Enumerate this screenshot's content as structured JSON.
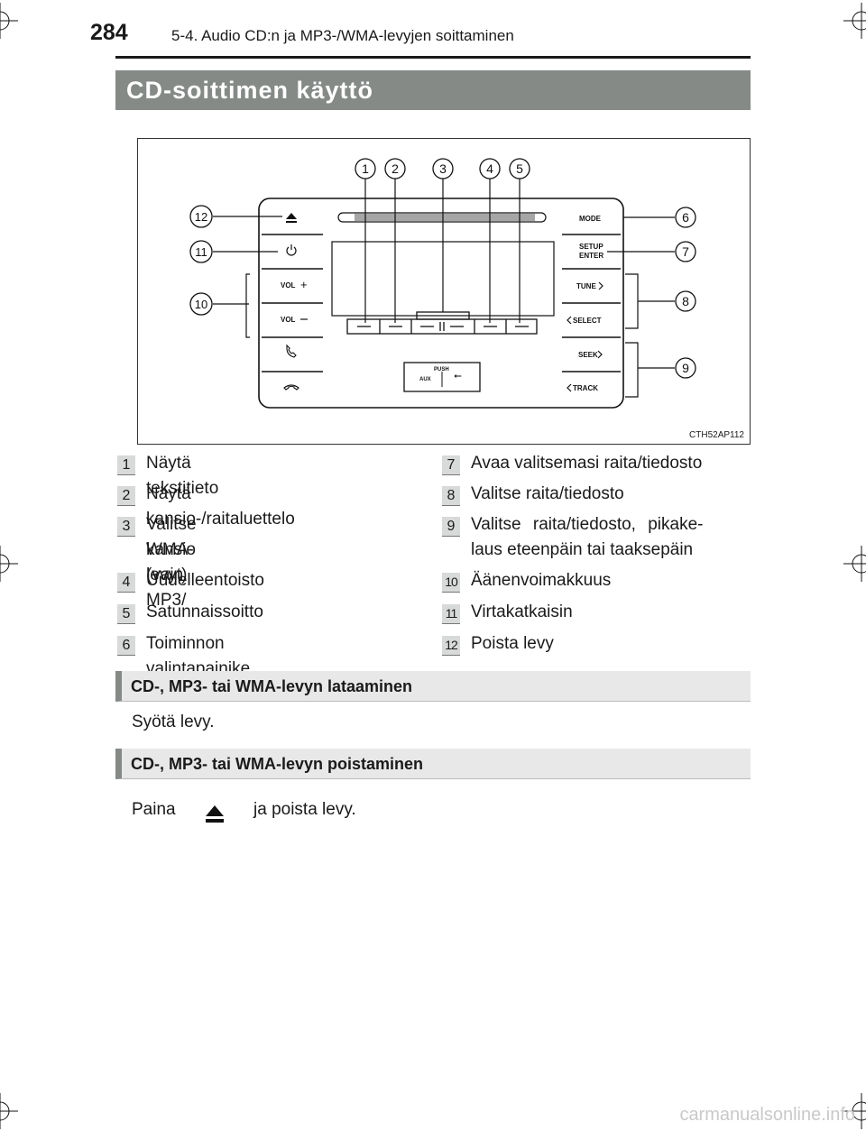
{
  "header": {
    "page_number": "284",
    "chapter": "5-4. Audio CD:n ja MP3-/WMA-levyjen soittaminen"
  },
  "section_title": "CD-soittimen käyttö",
  "figure": {
    "code": "CTH52AP112",
    "panel": {
      "mode": "MODE",
      "setup": "SETUP",
      "enter": "ENTER",
      "tune": "TUNE",
      "select": "SELECT",
      "seek": "SEEK",
      "track": "TRACK",
      "vol_plus": "VOL",
      "vol_minus": "VOL",
      "push": "PUSH",
      "aux": "AUX"
    },
    "callouts": [
      "1",
      "2",
      "3",
      "4",
      "5",
      "6",
      "7",
      "8",
      "9",
      "10",
      "11",
      "12"
    ]
  },
  "legend": [
    {
      "num": "1",
      "lines": [
        "Näytä tekstitieto"
      ]
    },
    {
      "num": "2",
      "lines": [
        "Näytä kansio-/raitaluettelo"
      ]
    },
    {
      "num": "3",
      "lines": [
        "Valitse kansio (vain MP3/",
        "WMA-levyt)"
      ]
    },
    {
      "num": "4",
      "lines": [
        "Uudelleentoisto"
      ]
    },
    {
      "num": "5",
      "lines": [
        "Satunnaissoitto"
      ]
    },
    {
      "num": "6",
      "lines": [
        "Toiminnon valintapainike"
      ]
    },
    {
      "num": "7",
      "lines": [
        "Avaa valitsemasi raita/tiedosto"
      ]
    },
    {
      "num": "8",
      "lines": [
        "Valitse raita/tiedosto"
      ]
    },
    {
      "num": "9",
      "lines": [
        "Valitse raita/tiedosto, pikake-",
        "laus eteenpäin tai taaksepäin"
      ]
    },
    {
      "num": "10",
      "lines": [
        "Äänenvoimakkuus"
      ]
    },
    {
      "num": "11",
      "lines": [
        "Virtakatkaisin"
      ]
    },
    {
      "num": "12",
      "lines": [
        "Poista levy"
      ]
    }
  ],
  "load_section": {
    "title": "CD-, MP3- tai WMA-levyn lataaminen",
    "text": "Syötä levy."
  },
  "eject_section": {
    "title": "CD-, MP3- tai WMA-levyn poistaminen",
    "text_before": "Paina",
    "text_after": "ja poista levy."
  },
  "watermark": "carmanualsonline.info"
}
